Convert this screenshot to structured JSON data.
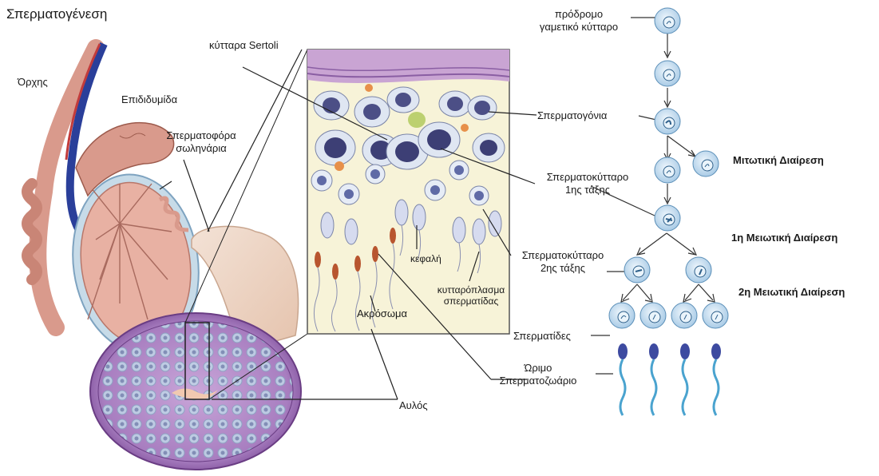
{
  "title": "Σπερματογένεση",
  "labels": {
    "orchis": "Όρχης",
    "epididymis": "Επιδιδυμίδα",
    "tubules_l1": "Σπερματοφόρα",
    "tubules_l2": "σωληνάρια",
    "sertoli": "κύτταρα Sertoli",
    "primary_l1": "Σπερματοκύτταρο",
    "primary_l2": "1ης τάξης",
    "secondary_l1": "Σπερματοκύτταρο",
    "secondary_l2": "2ης τάξης",
    "head": "κεφαλή",
    "cytoplasm_l1": "κυτταρόπλασμα",
    "cytoplasm_l2": "σπερματίδας",
    "acrosome": "Ακρόσωμα",
    "lumen": "Αυλός",
    "precursor_l1": "πρόδρομο",
    "precursor_l2": "γαμετικό κύτταρο",
    "spermatogonia": "Σπερματογόνια",
    "spermatids": "Σπερματίδες",
    "mature_l1": "Ώριμο",
    "mature_l2": "Σπερματοζωάριο"
  },
  "stages": {
    "mitotic": "Μιτωτική Διαίρεση",
    "meiosis1": "1η Μειωτική Διαίρεση",
    "meiosis2": "2η Μειωτική Διαίρεση"
  },
  "colors": {
    "cell_fill": "#cfe4f3",
    "cell_stroke": "#5b8fb8",
    "nucleus": "#2d5f8a",
    "sperm_tail": "#4aa3cf",
    "sperm_head": "#3d4aa0",
    "tubule_purple": "#9b6fb3",
    "epididymis_pink": "#d99a8c",
    "testis_pink": "#e8b1a3",
    "vessel_blue": "#2a3f9a"
  }
}
